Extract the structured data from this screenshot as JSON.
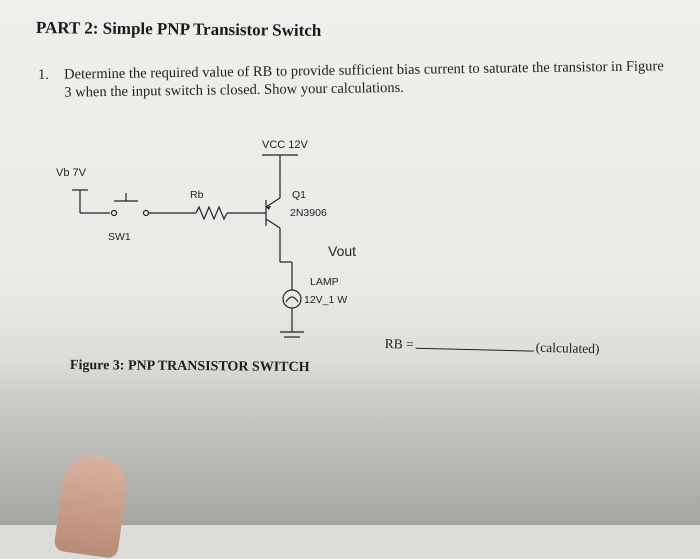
{
  "title": "PART 2: Simple PNP Transistor Switch",
  "question": {
    "number": "1.",
    "text": "Determine the required value of RB to provide sufficient bias current to saturate the transistor in Figure 3 when the input switch is closed.  Show your calculations."
  },
  "schematic": {
    "vcc_label": "VCC 12V",
    "vb_label": "Vb 7V",
    "rb_label": "Rb",
    "q1_label": "Q1",
    "part_label": "2N3906",
    "sw_label": "SW1",
    "vout_label": "Vout",
    "lamp_label": "LAMP",
    "lamp_rating": "12V_1 W"
  },
  "answer": {
    "label": "RB =",
    "suffix": "(calculated)"
  },
  "caption": "Figure 3: PNP TRANSISTOR SWITCH"
}
